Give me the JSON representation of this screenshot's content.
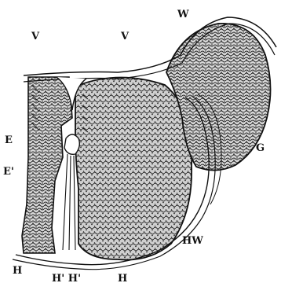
{
  "figure": {
    "labels": {
      "V_left": "V",
      "V_right": "V",
      "W": "W",
      "E": "E",
      "E_prime": "E'",
      "G": "G",
      "HW": "HW",
      "H_left": "H",
      "H_bottom": "H' H'",
      "H_right": "H"
    },
    "colors": {
      "ink": "#111111",
      "paper": "#ffffff",
      "tissue_fill": "#5a5a5a"
    }
  }
}
